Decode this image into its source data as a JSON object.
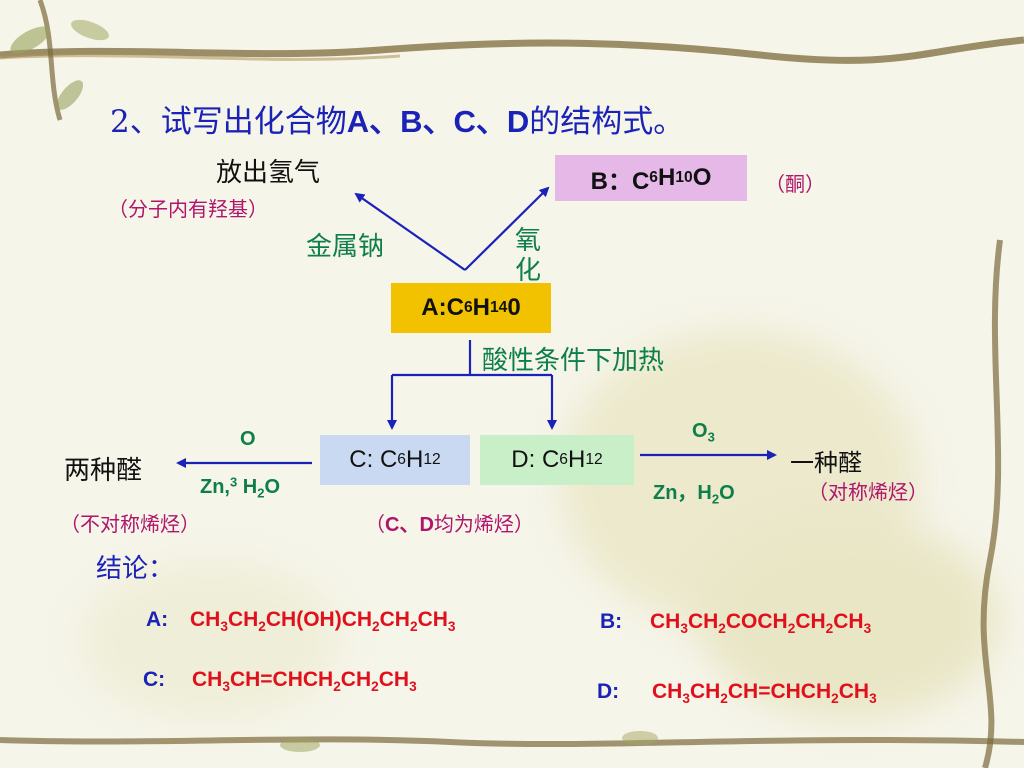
{
  "title": {
    "prefix": "2、试写出化合物",
    "compounds": "A、B、C、D",
    "suffix": "的结构式。"
  },
  "labels": {
    "hydrogen": "放出氢气",
    "hydroxyl_note": "（分子内有羟基）",
    "sodium": "金属钠",
    "oxidation": "氧化",
    "acid_heat": "酸性条件下加热",
    "ketone_note": "（酮）",
    "two_aldehydes": "两种醛",
    "one_aldehyde": "一种醛",
    "asym_note": "（不对称烯烃）",
    "sym_note": "（对称烯烃）",
    "cd_note_prefix": "（",
    "cd_note_compounds": "C、D",
    "cd_note_suffix": "均为烯烃）",
    "conclusion": "结论："
  },
  "boxes": {
    "A": {
      "pre": "A:C",
      "n1": "6",
      "mid": "H",
      "n2": "14",
      "post": "0",
      "color": "#f2c200"
    },
    "B": {
      "pre": "B：C",
      "n1": "6",
      "mid": "H",
      "n2": "10",
      "post": "O",
      "color": "#e5b8e8"
    },
    "C": {
      "pre": "C: C",
      "n1": "6",
      "mid": "H",
      "n2": "12",
      "color": "#c9d9f2"
    },
    "D": {
      "pre": "D: C",
      "n1": "6",
      "mid": "H",
      "n2": "12",
      "color": "#c9efc9"
    }
  },
  "reagents": {
    "left_top": "O",
    "left_bottom_zn": "Zn,",
    "left_bottom_sup": "3",
    "left_bottom_h": "H",
    "left_bottom_h_sub": "2",
    "left_bottom_o": "O",
    "right_top": "O",
    "right_top_sub": "3",
    "right_bottom_zn": "Zn，H",
    "right_bottom_sub": "2",
    "right_bottom_o": "O"
  },
  "answers": {
    "A_label": "A:",
    "B_label": "B:",
    "C_label": "C:",
    "D_label": "D:",
    "A_formula": [
      "CH",
      "3",
      "CH",
      "2",
      "CH(OH)CH",
      "2",
      "CH",
      "2",
      "CH",
      "3"
    ],
    "B_formula": [
      "CH",
      "3",
      "CH",
      "2",
      "COCH",
      "2",
      "CH",
      "2",
      "CH",
      "3"
    ],
    "C_formula": [
      "CH",
      "3",
      "CH=CHCH",
      "2",
      "CH",
      "2",
      "CH",
      "3"
    ],
    "D_formula": [
      "CH",
      "3",
      "CH",
      "2",
      "CH=CHCH",
      "2",
      "CH",
      "3"
    ]
  },
  "colors": {
    "arrow": "#1b22b8",
    "title": "#1b22b8",
    "formula": "#e0101c",
    "note": "#b0146b",
    "reagent": "#0f7f4a"
  }
}
